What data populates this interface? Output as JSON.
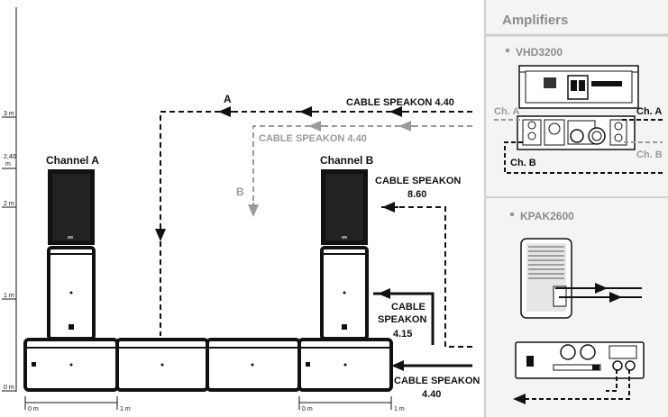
{
  "sidebar": {
    "title": "Amplifiers",
    "amp1_name": "VHD3200",
    "amp2_name": "KPAK2600",
    "ch_a_left": "Ch. A",
    "ch_a_right": "Ch. A",
    "ch_b_left": "Ch. B",
    "ch_b_right": "Ch. B"
  },
  "scale": {
    "v_3m": "3 m",
    "v_240": "2,40",
    "v_240_unit": "m",
    "v_2m": "2 m",
    "v_1m": "1 m",
    "v_0m": "0 m",
    "h_0m_a": "0 m",
    "h_1m_a": "1 m",
    "h_0m_b": "0 m",
    "h_1m_b": "1 m"
  },
  "labels": {
    "channel_a": "Channel A",
    "channel_b": "Channel B",
    "route_a": "A",
    "route_b": "B",
    "cable_440_top": "CABLE SPEAKON 4.40",
    "cable_440_gray": "CABLE SPEAKON 4.40",
    "cable_860_line1": "CABLE SPEAKON",
    "cable_860_line2": "8.60",
    "cable_415_line1": "CABLE",
    "cable_415_line2": "SPEAKON",
    "cable_415_line3": "4.15",
    "cable_440_bottom_line1": "CABLE SPEAKON",
    "cable_440_bottom_line2": "4.40"
  },
  "colors": {
    "black": "#111111",
    "gray": "#9a9a9a",
    "sidebar_bg": "#f2f2f2",
    "divider": "#cfcfcf"
  }
}
